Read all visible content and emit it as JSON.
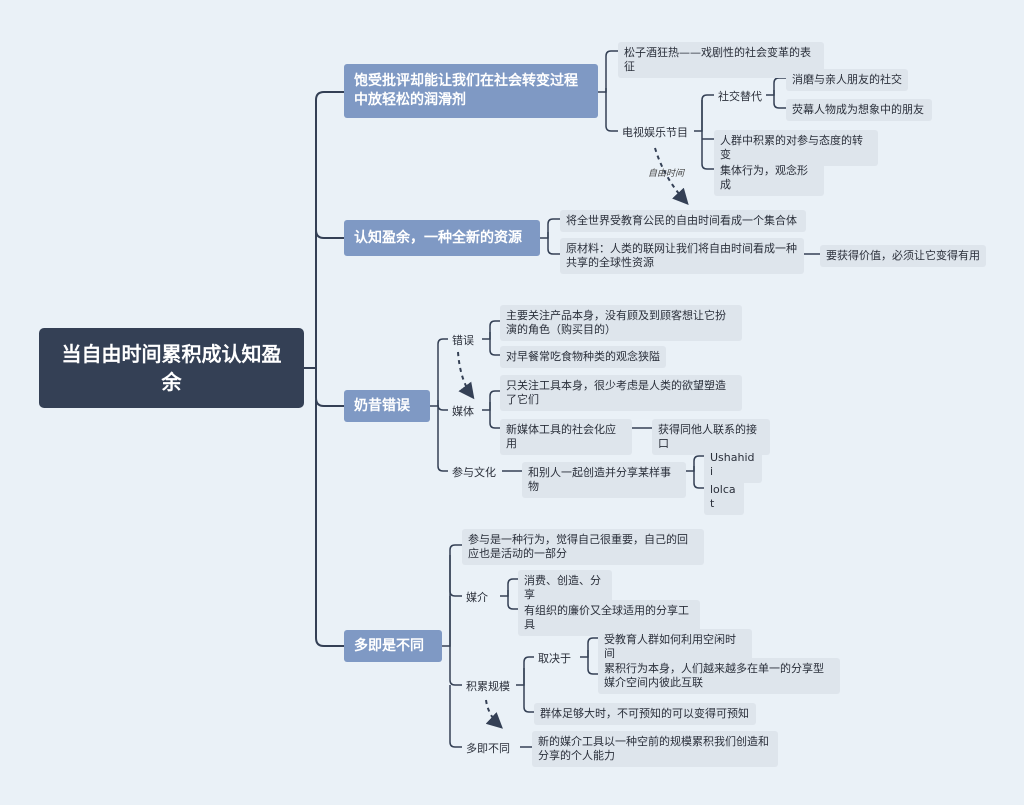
{
  "root": {
    "title": "当自由时间累积成认知盈余"
  },
  "branches": {
    "b1": {
      "label": "饱受批评却能让我们在社会转变过程中放轻松的润滑剂",
      "gin": "松子酒狂热——戏剧性的社会变革的表征",
      "tv": "电视娱乐节目",
      "social_sub": "社交替代",
      "social_a": "消磨与亲人朋友的社交",
      "social_b": "荧幕人物成为想象中的朋友",
      "attitude": "人群中积累的对参与态度的转变",
      "collective": "集体行为，观念形成"
    },
    "b2": {
      "label": "认知盈余，一种全新的资源",
      "world": "将全世界受教育公民的自由时间看成一个集合体",
      "raw": "原材料：人类的联网让我们将自由时间看成一种共享的全球性资源",
      "value": "要获得价值，必须让它变得有用"
    },
    "b3": {
      "label": "奶昔错误",
      "mistake": "错误",
      "product": "主要关注产品本身，没有顾及到顾客想让它扮演的角色（购买目的）",
      "breakfast": "对早餐常吃食物种类的观念狭隘",
      "media": "媒体",
      "tool_only": "只关注工具本身，很少考虑是人类的欲望塑造了它们",
      "social_app": "新媒体工具的社会化应用",
      "connect": "获得同他人联系的接口",
      "culture": "参与文化",
      "share": "和别人一起创造并分享某样事物",
      "ex1": "Ushahidi",
      "ex2": "lolcat"
    },
    "b4": {
      "label": "多即是不同",
      "act": "参与是一种行为，觉得自己很重要，自己的回应也是活动的一部分",
      "medium": "媒介",
      "consume": "消费、创造、分享",
      "cheap": "有组织的廉价又全球适用的分享工具",
      "scale": "积累规模",
      "depends": "取决于",
      "edu": "受教育人群如何利用空闲时间",
      "accum": "累积行为本身，人们越来越多在单一的分享型媒介空间内彼此互联",
      "predict": "群体足够大时，不可预知的可以变得可预知",
      "more": "多即不同",
      "ability": "新的媒介工具以一种空前的规模累积我们创造和分享的个人能力"
    }
  },
  "relation": {
    "label": "自由时间"
  },
  "colors": {
    "background": "#eaf1f7",
    "root": "#344055",
    "main": "#7f99c4",
    "sub": "#dee5ec",
    "edge": "#344055"
  }
}
